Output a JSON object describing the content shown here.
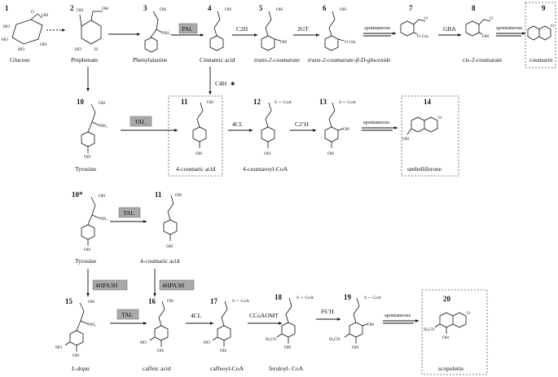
{
  "compounds": [
    {
      "num": "1",
      "name": "Glucose"
    },
    {
      "num": "2",
      "name": "Prephenate"
    },
    {
      "num": "3",
      "name": "Phenylalanine"
    },
    {
      "num": "4",
      "name": "Cinnamic acid"
    },
    {
      "num": "5",
      "name": "trans-2-coumarate"
    },
    {
      "num": "6",
      "name": "trans-2-coumarate-β-D-glucoside"
    },
    {
      "num": "7",
      "name": ""
    },
    {
      "num": "8",
      "name": "cis-2-coumarate"
    },
    {
      "num": "9",
      "name": "coumarin"
    },
    {
      "num": "10",
      "name": "Tyrosine"
    },
    {
      "num": "11",
      "name": "4-coumaric acid"
    },
    {
      "num": "12",
      "name": "4-coumaroyl-CoA"
    },
    {
      "num": "13",
      "name": ""
    },
    {
      "num": "14",
      "name": "umbelliferone"
    },
    {
      "num": "10*",
      "name": "Tyrosine"
    },
    {
      "num": "11",
      "name": "4-coumaric acid"
    },
    {
      "num": "15",
      "name": "L-dopa"
    },
    {
      "num": "16",
      "name": "caffeic  acid"
    },
    {
      "num": "17",
      "name": "caffeoyl-CoA"
    },
    {
      "num": "18",
      "name": "feruloyl- CoA"
    },
    {
      "num": "19",
      "name": ""
    },
    {
      "num": "20",
      "name": "scopoletin"
    }
  ],
  "enzymes": {
    "pal": "PAL",
    "c2h": "C2H",
    "gt2": "2GT",
    "gba": "GBA",
    "c4h": "C4H",
    "tal1": "TAL",
    "cl4_1": "4CL",
    "c2h_prime": "C2’H",
    "tal2": "TAL",
    "hpa_1": "4HPA3H",
    "hpa_2": "4HPA3H",
    "tal3": "TAL",
    "cl4_2": "4CL",
    "ccoaomt": "CCoAOMT",
    "f6h": "F6’H"
  },
  "spontaneous": [
    "spontaneous",
    "spontaneous",
    "spontaneous",
    "spontaneous"
  ],
  "atoms": {
    "ho": "HO",
    "oh": "OH",
    "o": "O",
    "nh2": "NH₂",
    "h": "H",
    "oglu": "O Glu",
    "scoa": "S ∼ CoA",
    "h3co": "H₃CO"
  },
  "asterisk_mark": "✱"
}
